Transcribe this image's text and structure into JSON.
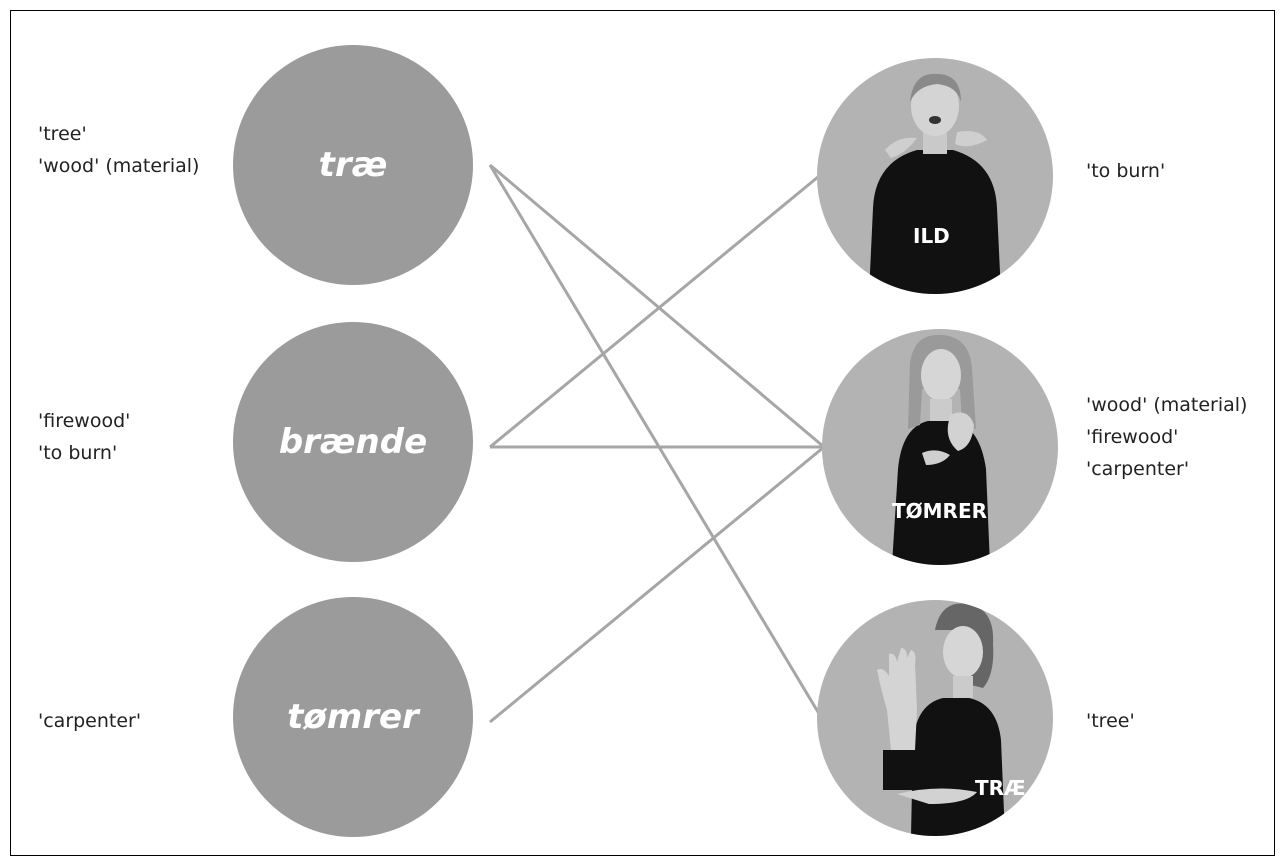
{
  "danish_words": [
    {
      "word": "træ",
      "glosses": [
        "'tree'",
        "'wood' (material)"
      ]
    },
    {
      "word": "brænde",
      "glosses": [
        "'firewood'",
        "'to burn'"
      ]
    },
    {
      "word": "tømrer",
      "glosses": [
        "'carpenter'"
      ]
    }
  ],
  "signs": [
    {
      "gloss_label": "ILD",
      "meanings": [
        "'to burn'"
      ]
    },
    {
      "gloss_label": "TØMRER",
      "meanings": [
        "'wood' (material)",
        "'firewood'",
        "'carpenter'"
      ]
    },
    {
      "gloss_label": "TRÆ",
      "meanings": [
        "'tree'"
      ]
    }
  ],
  "links": [
    {
      "from": "træ",
      "to": "TØMRER"
    },
    {
      "from": "træ",
      "to": "TRÆ"
    },
    {
      "from": "brænde",
      "to": "ILD"
    },
    {
      "from": "brænde",
      "to": "TØMRER"
    },
    {
      "from": "tømrer",
      "to": "TØMRER"
    }
  ],
  "colors": {
    "word_circle": "#9b9b9b",
    "connector": "#a6a6a6",
    "sign_background": "#b3b3b3"
  }
}
